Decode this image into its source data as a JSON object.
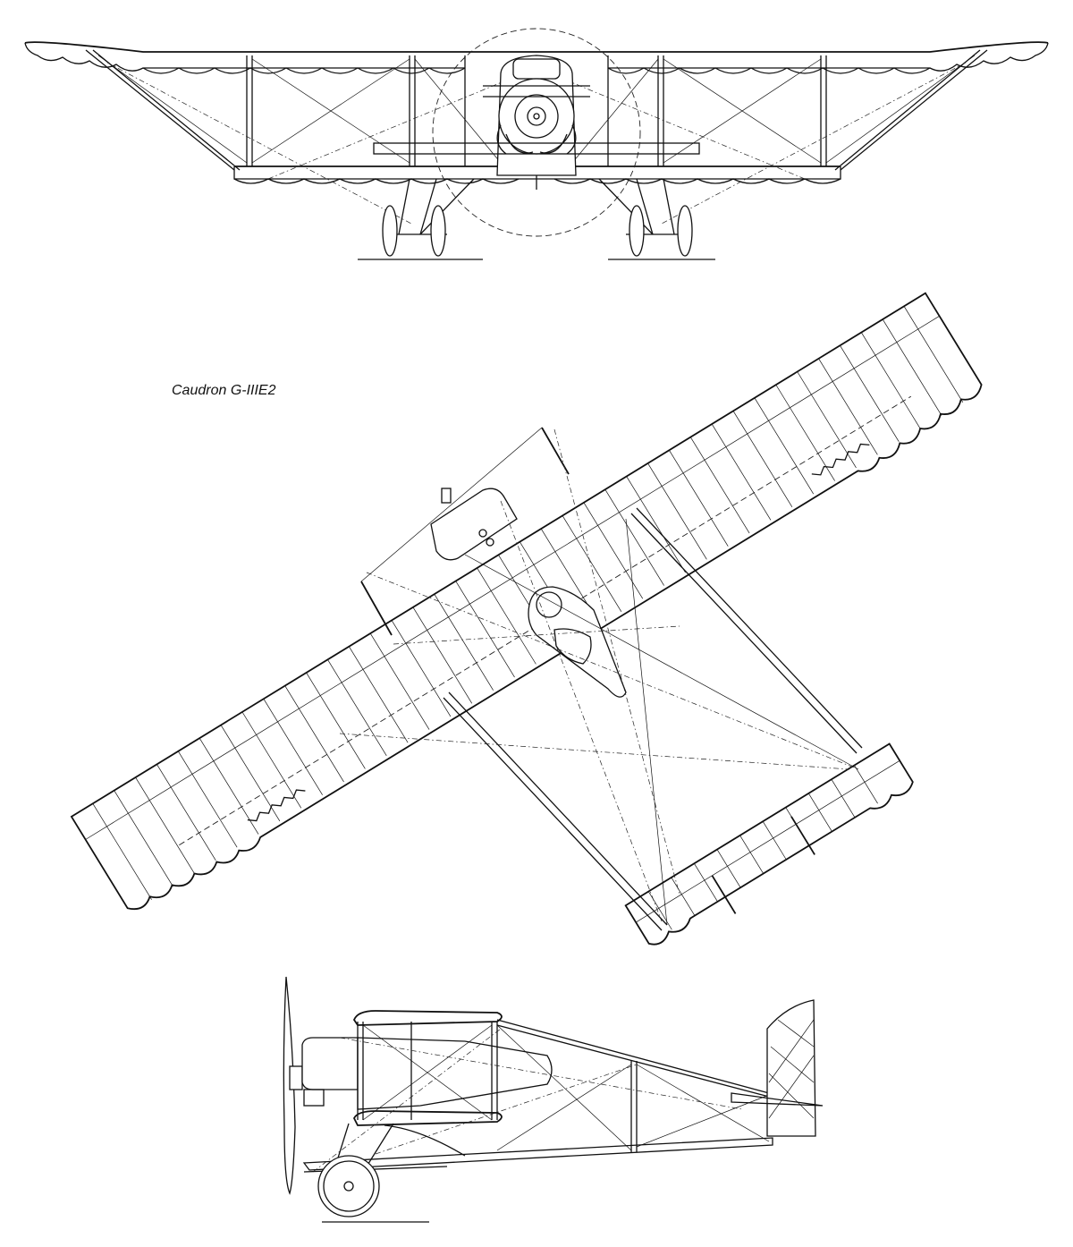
{
  "caption": "Caudron G-IIIE2",
  "views": {
    "front": "front-view",
    "plan": "plan-view",
    "side": "side-view"
  },
  "colors": {
    "ink": "#111111",
    "paper": "#ffffff"
  }
}
